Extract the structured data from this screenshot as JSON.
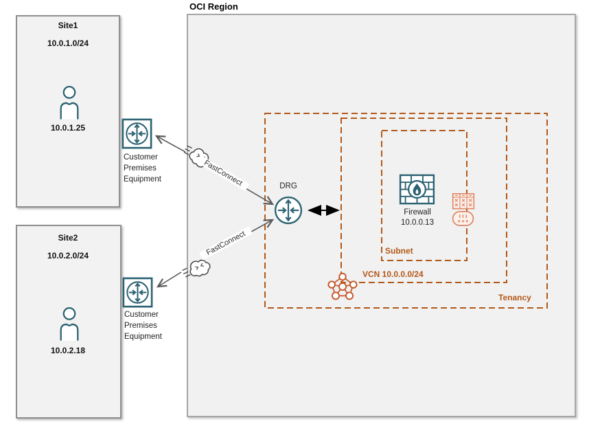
{
  "region": {
    "title": "OCI Region"
  },
  "sites": [
    {
      "title": "Site1",
      "cidr": "10.0.1.0/24",
      "host_ip": "10.0.1.25"
    },
    {
      "title": "Site2",
      "cidr": "10.0.2.0/24",
      "host_ip": "10.0.2.18"
    }
  ],
  "on_prem": {
    "cpe_label": "Customer\nPremises\nEquipment"
  },
  "connections": {
    "fastconnect_label": "FastConnect"
  },
  "oci": {
    "drg_label": "DRG",
    "firewall_name": "Firewall",
    "firewall_ip": "10.0.0.13",
    "subnet_label": "Subnet",
    "vcn_label": "VCN 10.0.0.0/24",
    "tenancy_label": "Tenancy"
  },
  "icons": {
    "person": "person-icon",
    "cpe": "router-square-icon",
    "drg": "router-circle-icon",
    "fastconnect": "fast-cloud-icon",
    "firewall": "firewall-brick-flame-icon",
    "route_table": "route-table-icon",
    "security_list": "security-list-icon",
    "vcn": "vcn-pentagon-network-icon"
  },
  "colors": {
    "teal": "#2B6272",
    "orange": "#B35817",
    "coral": "#DE8667",
    "arrow_gray": "#5B5B5B",
    "black_arrow": "#000000",
    "site_fill": "#F2F2F2",
    "region_fill": "#F1F1F2"
  }
}
